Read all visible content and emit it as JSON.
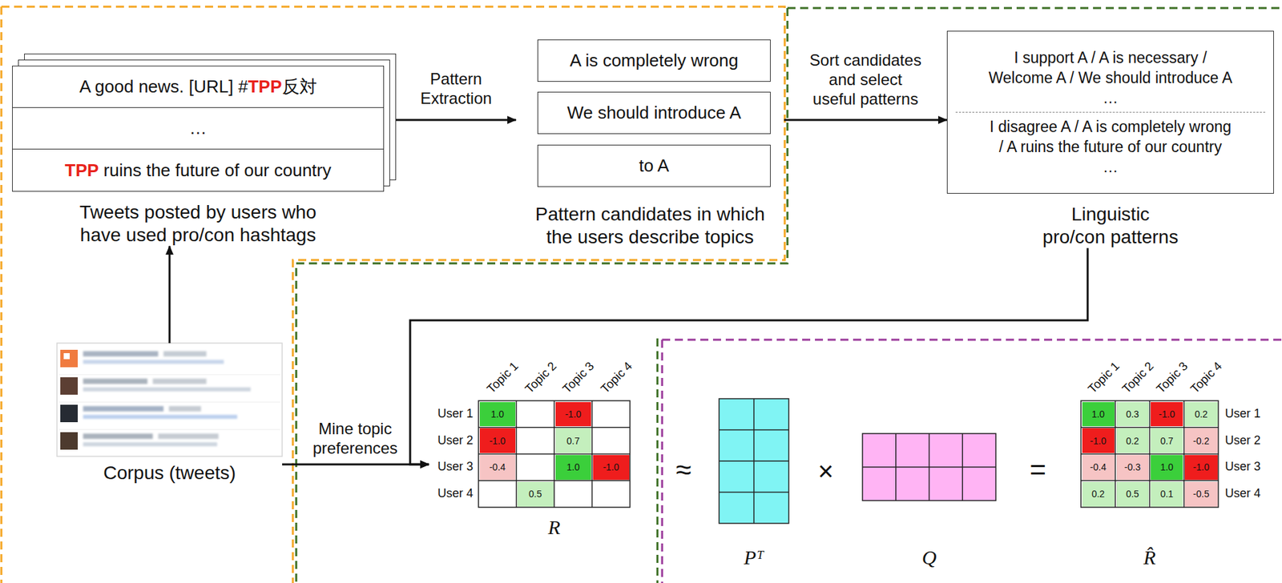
{
  "diagram": {
    "nodes": [
      {
        "text": [
          "A good news. [URL] #",
          "TPP",
          "反対",
          "…",
          "TPP",
          "ruins the future of our country",
          "Tweets posted by users who have used pro/con hashtags"
        ]
      },
      {
        "text": [
          "Pattern candidates in which the users describe topics"
        ]
      },
      {
        "text": [
          "A is completely wrong"
        ],
        "in": 1
      },
      {
        "text": [
          "We should introduce A"
        ],
        "in": 1
      },
      {
        "text": [
          "to A"
        ],
        "in": 1
      },
      {
        "text": [
          "I support A / A is necessary / Welcome A / We should introduce A",
          "…",
          "I disagree A / A is completely wrong / A ruins the future of our country",
          "…",
          "Linguistic pro/con patterns"
        ]
      },
      {
        "text": [
          "Corpus (tweets)"
        ]
      },
      {
        "text": [
          "R"
        ]
      },
      {
        "text": [
          "Pᵀ"
        ]
      },
      {
        "text": [
          "Q"
        ]
      },
      {
        "text": [
          "R̂"
        ]
      }
    ],
    "edges": [
      {
        "from": 6,
        "to": 0,
        "arrow": "to"
      },
      {
        "from": 0,
        "to": 1,
        "label": "Pattern Extraction",
        "arrow": "to"
      },
      {
        "from": 1,
        "to": 5,
        "label": "Sort candidates and select useful patterns",
        "arrow": "to"
      },
      {
        "from": 5,
        "to": 7,
        "arrow": "to"
      },
      {
        "from": 6,
        "to": 7,
        "label": "Mine topic preferences",
        "arrow": "to"
      }
    ],
    "labels": [
      "Topic 1",
      "Topic 2",
      "Topic 3",
      "Topic 4",
      "User 1",
      "User 2",
      "User 3",
      "User 4",
      "1.0",
      "-1.0",
      "-1.0",
      "0.7",
      "-0.4",
      "1.0",
      "-1.0",
      "0.5",
      "≈",
      "×",
      "=",
      "Topic 1",
      "Topic 2",
      "Topic 3",
      "Topic 4",
      "1.0",
      "0.3",
      "-1.0",
      "0.2",
      "-1.0",
      "0.2",
      "0.7",
      "-0.2",
      "-0.4",
      "-0.3",
      "1.0",
      "-1.0",
      "0.2",
      "0.5",
      "0.1",
      "-0.5",
      "User 1",
      "User 2",
      "User 3",
      "User 4"
    ]
  }
}
